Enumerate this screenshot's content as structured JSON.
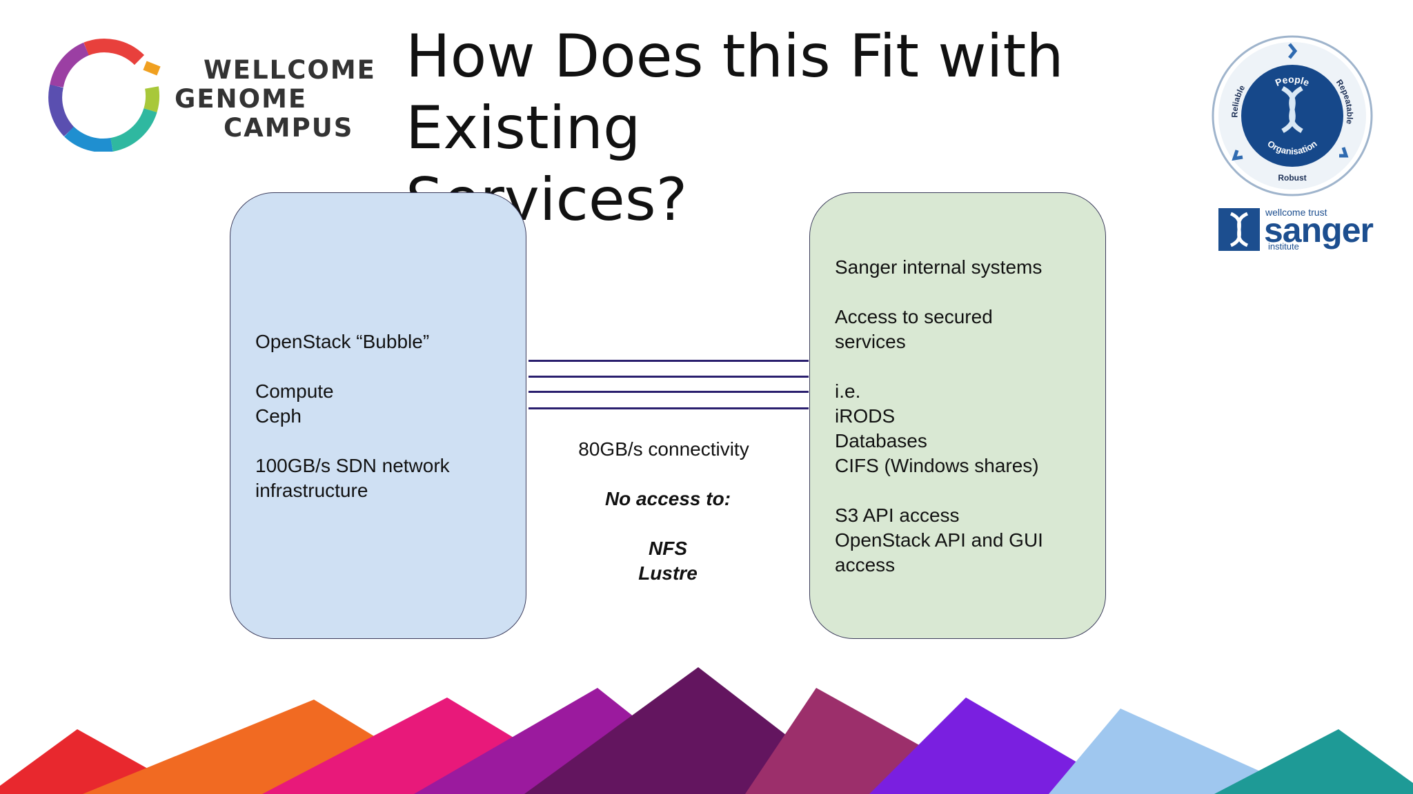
{
  "logo": {
    "line1": "WELLCOME",
    "line2": "GENOME",
    "line3": "CAMPUS"
  },
  "title": {
    "line1": "How Does this Fit with Existing",
    "line2": "Services?"
  },
  "seal": {
    "top": "People",
    "left": "Reliable",
    "right": "Repeatable",
    "inner_bottom": "Organisation",
    "bottom": "Robust"
  },
  "sanger": {
    "trust": "wellcome trust",
    "name": "sanger",
    "institute": "institute"
  },
  "left_box": {
    "title": "OpenStack “Bubble”",
    "item1": "Compute",
    "item2": "Ceph",
    "item3a": "100GB/s SDN network",
    "item3b": "infrastructure"
  },
  "middle": {
    "connectivity": "80GB/s connectivity",
    "no_access": "No access to:",
    "nfs": "NFS",
    "lustre": "Lustre"
  },
  "right_box": {
    "title": "Sanger internal systems",
    "access_a": "Access to secured",
    "access_b": "services",
    "ie": "i.e.",
    "irods": "iRODS",
    "databases": "Databases",
    "cifs": "CIFS (Windows shares)",
    "s3": "S3 API access",
    "api_a": "OpenStack API and GUI",
    "api_b": "access"
  },
  "colors": {
    "left_box": "#cfe0f3",
    "right_box": "#d9e8d3",
    "line": "#2a1f6e",
    "sanger_blue": "#1c4e8f"
  }
}
